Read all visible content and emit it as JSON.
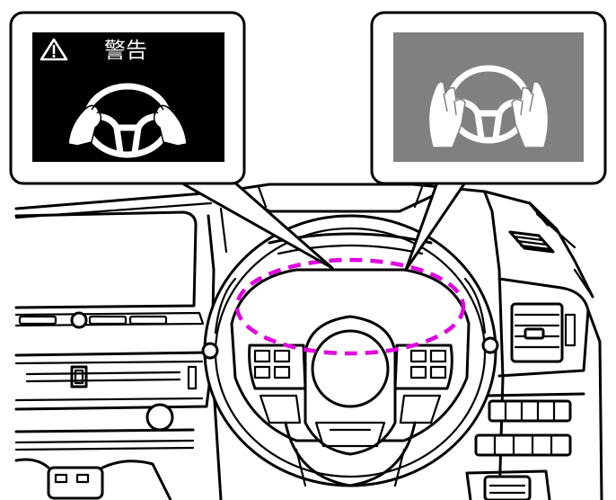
{
  "callout_left": {
    "warning_label": "警告",
    "icon": "hands-on-wheel-warning-icon",
    "background": "#000000",
    "foreground": "#ffffff"
  },
  "callout_right": {
    "icon": "hands-on-wheel-icon",
    "background": "#808080",
    "foreground": "#ffffff"
  },
  "highlight": {
    "style": "dashed-ellipse",
    "color": "#e000e0",
    "target": "meter-display"
  },
  "scene": "vehicle-cockpit-steering-wheel"
}
